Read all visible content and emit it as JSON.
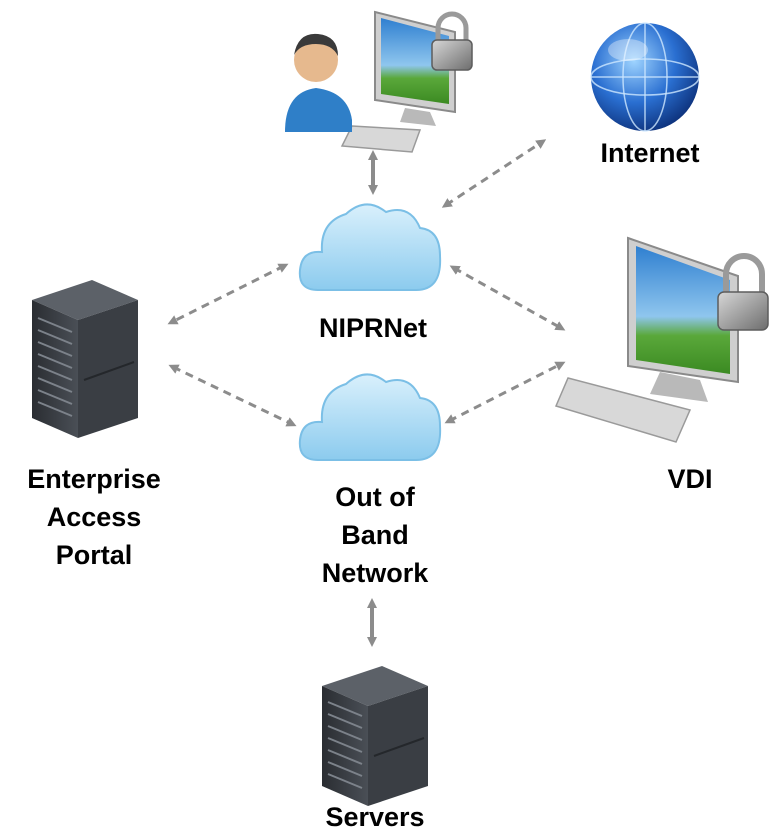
{
  "diagram": {
    "nodes": {
      "user_workstation": {
        "icon": "user-workstation-icon"
      },
      "internet": {
        "label": "Internet",
        "icon": "globe-icon"
      },
      "niprnet": {
        "label": "NIPRNet",
        "icon": "cloud-icon"
      },
      "out_of_band": {
        "label_lines": [
          "Out of",
          "Band",
          "Network"
        ],
        "icon": "cloud-icon"
      },
      "enterprise_portal": {
        "label_lines": [
          "Enterprise",
          "Access",
          "Portal"
        ],
        "icon": "server-rack-icon"
      },
      "vdi": {
        "label": "VDI",
        "icon": "locked-computer-icon"
      },
      "servers": {
        "label": "Servers",
        "icon": "server-rack-icon"
      }
    },
    "connections": [
      {
        "from": "user_workstation",
        "to": "niprnet",
        "style": "solid"
      },
      {
        "from": "niprnet",
        "to": "internet",
        "style": "dashed"
      },
      {
        "from": "niprnet",
        "to": "enterprise_portal",
        "style": "dashed"
      },
      {
        "from": "niprnet",
        "to": "vdi",
        "style": "dashed"
      },
      {
        "from": "out_of_band",
        "to": "enterprise_portal",
        "style": "dashed"
      },
      {
        "from": "out_of_band",
        "to": "vdi",
        "style": "dashed"
      },
      {
        "from": "out_of_band",
        "to": "servers",
        "style": "solid"
      }
    ],
    "colors": {
      "arrow": "#8c8c8c",
      "cloud": "#a9d8f2",
      "server": "#3b3f45",
      "screen": "#3a86c8"
    }
  }
}
